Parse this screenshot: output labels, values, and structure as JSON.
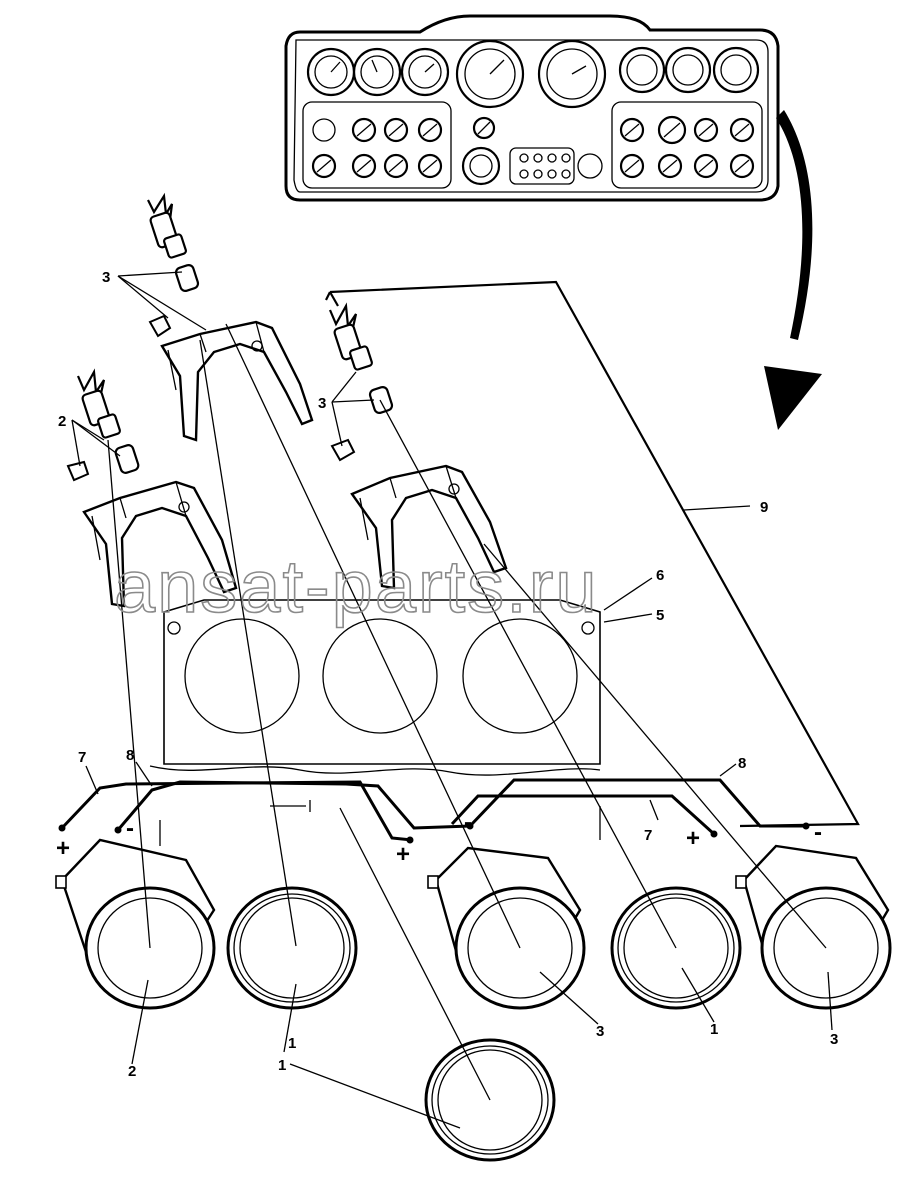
{
  "watermark": "ansat-parts.ru",
  "callouts": {
    "c1a": "1",
    "c1b": "1",
    "c1c": "1",
    "c2a": "2",
    "c2b": "2",
    "c3a": "3",
    "c3b": "3",
    "c3c": "3",
    "c3d": "3",
    "c5": "5",
    "c6": "6",
    "c7a": "7",
    "c7b": "7",
    "c8a": "8",
    "c8b": "8",
    "c9": "9"
  },
  "signs": {
    "plus1": "+",
    "minus1": "-",
    "plus2": "+",
    "minus2": "-",
    "plus3": "+",
    "minus3": "-"
  }
}
